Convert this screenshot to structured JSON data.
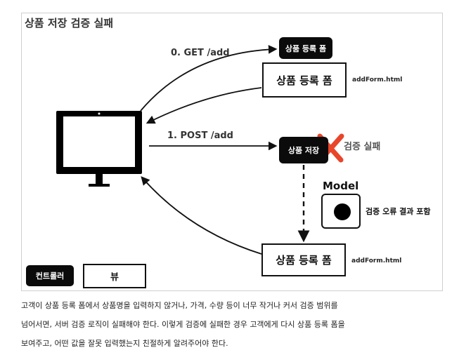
{
  "title": "상품 저장 검증 실패",
  "edges": {
    "get_label": "0. GET /add",
    "post_label": "1. POST /add"
  },
  "controllers": {
    "form_controller": "상품 등록 폼",
    "save_controller": "상품 저장"
  },
  "views": {
    "form_view_top": "상품 등록 폼",
    "form_view_top_file": "addForm.html",
    "form_view_bottom": "상품 등록 폼",
    "form_view_bottom_file": "addForm.html"
  },
  "failure": {
    "label": "검증 실패",
    "icon": "x-mark-icon",
    "color": "#e8452b"
  },
  "model": {
    "title": "Model",
    "description": "검증 오류 결과 포함"
  },
  "legend": {
    "controller": "컨트롤러",
    "view": "뷰"
  },
  "caption": [
    "고객이 상품 등록 폼에서 상품명을 입력하지 않거나, 가격, 수량 등이 너무 작거나 커서 검증 범위를",
    "넘어서면, 서버 검증 로직이 실패해야 한다. 이렇게 검증에 실패한 경우 고객에게 다시 상품 등록 폼을",
    "보여주고, 어떤 값을 잘못 입력했는지 친절하게 알려주어야 한다."
  ]
}
